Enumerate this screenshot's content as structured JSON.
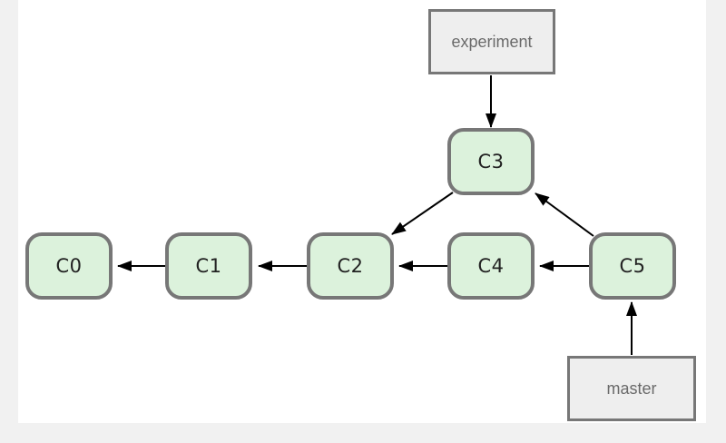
{
  "commits": {
    "c0": "C0",
    "c1": "C1",
    "c2": "C2",
    "c3": "C3",
    "c4": "C4",
    "c5": "C5"
  },
  "branches": {
    "experiment": "experiment",
    "master": "master"
  },
  "edges": [
    {
      "from": "C1",
      "to": "C0"
    },
    {
      "from": "C2",
      "to": "C1"
    },
    {
      "from": "C3",
      "to": "C2"
    },
    {
      "from": "C4",
      "to": "C2"
    },
    {
      "from": "C5",
      "to": "C4"
    },
    {
      "from": "C5",
      "to": "C3"
    },
    {
      "from": "experiment",
      "to": "C3"
    },
    {
      "from": "master",
      "to": "C5"
    }
  ],
  "colors": {
    "commit_fill": "#dcf2dc",
    "commit_border": "#777777",
    "branch_fill": "#eeeeee",
    "arrow": "#000000"
  }
}
